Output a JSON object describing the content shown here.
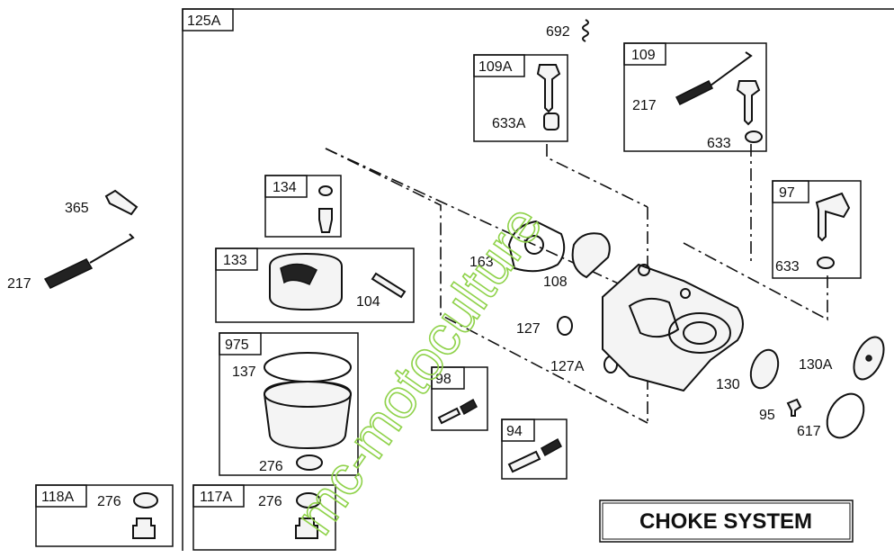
{
  "watermark": "mc-motoculture",
  "title": "CHOKE SYSTEM",
  "boxes": {
    "b125A": "125A",
    "b109A": "109A",
    "b109": "109",
    "b97": "97",
    "b134": "134",
    "b133": "133",
    "b975": "975",
    "b98": "98",
    "b94": "94",
    "b118A": "118A",
    "b117A": "117A"
  },
  "labels": {
    "p692": "692",
    "p633A": "633A",
    "p217a": "217",
    "p633a": "633",
    "p633b": "633",
    "p365": "365",
    "p217b": "217",
    "p104": "104",
    "p137": "137",
    "p276a": "276",
    "p276b": "276",
    "p276c": "276",
    "p163": "163",
    "p108": "108",
    "p127": "127",
    "p127A": "127A",
    "p130": "130",
    "p130A": "130A",
    "p95": "95",
    "p617": "617"
  }
}
